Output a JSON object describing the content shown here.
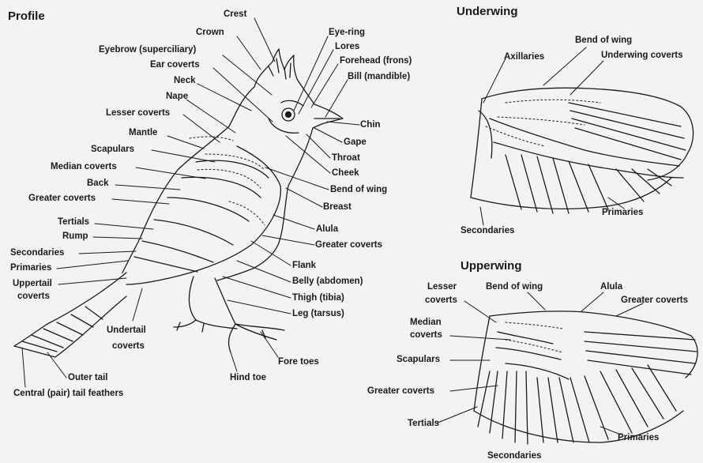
{
  "titles": {
    "profile": "Profile",
    "underwing": "Underwing",
    "upperwing": "Upperwing"
  },
  "profile": {
    "crest": "Crest",
    "crown": "Crown",
    "eye_ring": "Eye-ring",
    "eyebrow": "Eyebrow (superciliary)",
    "lores": "Lores",
    "ear_coverts": "Ear coverts",
    "forehead": "Forehead (frons)",
    "bill": "Bill (mandible)",
    "neck": "Neck",
    "nape": "Nape",
    "lesser_coverts": "Lesser coverts",
    "chin": "Chin",
    "mantle": "Mantle",
    "gape": "Gape",
    "scapulars": "Scapulars",
    "throat": "Throat",
    "median_coverts": "Median coverts",
    "cheek": "Cheek",
    "back": "Back",
    "bend_of_wing": "Bend of wing",
    "greater_coverts_left": "Greater coverts",
    "breast": "Breast",
    "tertials": "Tertials",
    "alula": "Alula",
    "rump": "Rump",
    "greater_coverts_right": "Greater coverts",
    "secondaries": "Secondaries",
    "primaries": "Primaries",
    "flank": "Flank",
    "uppertail_coverts_1": "Uppertail",
    "uppertail_coverts_2": "coverts",
    "belly": "Belly (abdomen)",
    "thigh": "Thigh (tibia)",
    "undertail_coverts_1": "Undertail",
    "undertail_coverts_2": "coverts",
    "leg": "Leg (tarsus)",
    "fore_toes": "Fore toes",
    "outer_tail": "Outer tail",
    "hind_toe": "Hind toe",
    "central_tail": "Central (pair) tail feathers"
  },
  "underwing": {
    "bend_of_wing": "Bend of wing",
    "axillaries": "Axillaries",
    "underwing_coverts": "Underwing coverts",
    "primaries": "Primaries",
    "secondaries": "Secondaries"
  },
  "upperwing": {
    "lesser_coverts_1": "Lesser",
    "lesser_coverts_2": "coverts",
    "bend_of_wing": "Bend of wing",
    "alula": "Alula",
    "greater_coverts_top": "Greater coverts",
    "median_coverts_1": "Median",
    "median_coverts_2": "coverts",
    "scapulars": "Scapulars",
    "greater_coverts": "Greater coverts",
    "tertials": "Tertials",
    "primaries": "Primaries",
    "secondaries": "Secondaries"
  },
  "colors": {
    "ink": "#1a1a1a",
    "paper": "#f3f3f1"
  }
}
